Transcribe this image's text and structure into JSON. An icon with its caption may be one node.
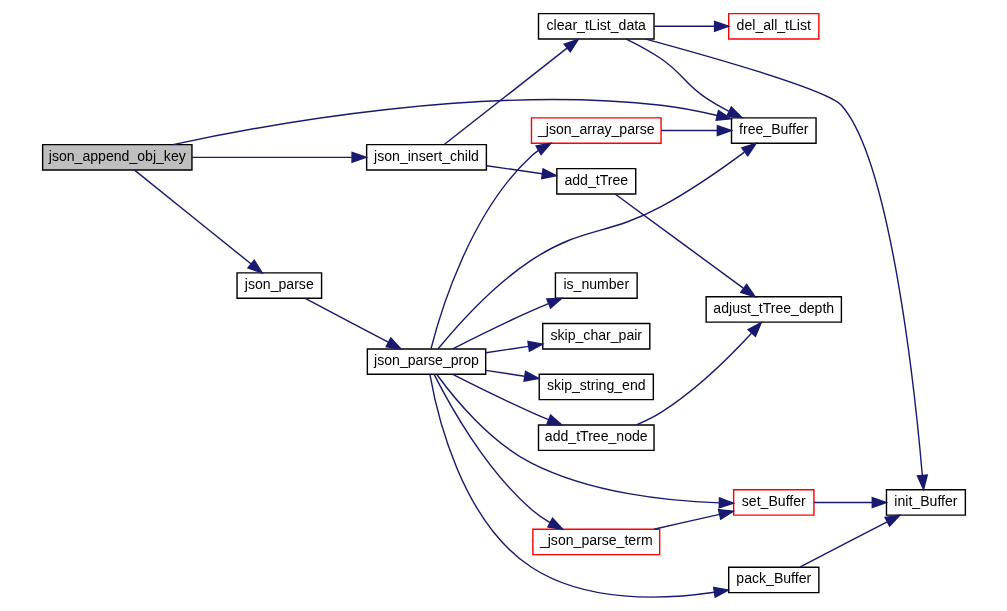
{
  "diagram": {
    "nodes": [
      {
        "text": [
          "json_append_obj_key"
        ]
      },
      {
        "text": [
          "json_insert_child"
        ]
      },
      {
        "text": [
          "json_parse"
        ]
      },
      {
        "text": [
          "clear_tList_data"
        ]
      },
      {
        "text": [
          "add_tTree"
        ]
      },
      {
        "text": [
          "json_parse_prop"
        ]
      },
      {
        "text": [
          "del_all_tList"
        ]
      },
      {
        "text": [
          "free_Buffer"
        ]
      },
      {
        "text": [
          "_json_array_parse"
        ]
      },
      {
        "text": [
          "skip_string_end"
        ]
      },
      {
        "text": [
          "add_tTree_node"
        ]
      },
      {
        "text": [
          "adjust_tTree_depth"
        ]
      },
      {
        "text": [
          "pack_Buffer"
        ]
      },
      {
        "text": [
          "is_number"
        ]
      },
      {
        "text": [
          "skip_char_pair"
        ]
      },
      {
        "text": [
          "set_Buffer"
        ]
      },
      {
        "text": [
          "_json_parse_term"
        ]
      },
      {
        "text": [
          "init_Buffer"
        ]
      }
    ],
    "edges": [
      {
        "from": 0,
        "to": 7,
        "arrow": "to"
      },
      {
        "from": 0,
        "to": 1,
        "arrow": "to"
      },
      {
        "from": 0,
        "to": 2,
        "arrow": "to"
      },
      {
        "from": 1,
        "to": 3,
        "arrow": "to"
      },
      {
        "from": 1,
        "to": 4,
        "arrow": "to"
      },
      {
        "from": 3,
        "to": 6,
        "arrow": "to"
      },
      {
        "from": 3,
        "to": 7,
        "arrow": "to"
      },
      {
        "from": 3,
        "to": 17,
        "arrow": "to"
      },
      {
        "from": 4,
        "to": 11,
        "arrow": "to"
      },
      {
        "from": 2,
        "to": 5,
        "arrow": "to"
      },
      {
        "from": 5,
        "to": 7,
        "arrow": "to"
      },
      {
        "from": 5,
        "to": 8,
        "arrow": "to"
      },
      {
        "from": 5,
        "to": 9,
        "arrow": "to"
      },
      {
        "from": 5,
        "to": 10,
        "arrow": "to"
      },
      {
        "from": 5,
        "to": 12,
        "arrow": "to"
      },
      {
        "from": 5,
        "to": 13,
        "arrow": "to"
      },
      {
        "from": 5,
        "to": 14,
        "arrow": "to"
      },
      {
        "from": 5,
        "to": 15,
        "arrow": "to"
      },
      {
        "from": 5,
        "to": 16,
        "arrow": "to"
      },
      {
        "from": 8,
        "to": 7,
        "arrow": "to"
      },
      {
        "from": 10,
        "to": 11,
        "arrow": "to"
      },
      {
        "from": 12,
        "to": 17,
        "arrow": "to"
      },
      {
        "from": 15,
        "to": 17,
        "arrow": "to"
      },
      {
        "from": 16,
        "to": 15,
        "arrow": "to"
      }
    ]
  }
}
